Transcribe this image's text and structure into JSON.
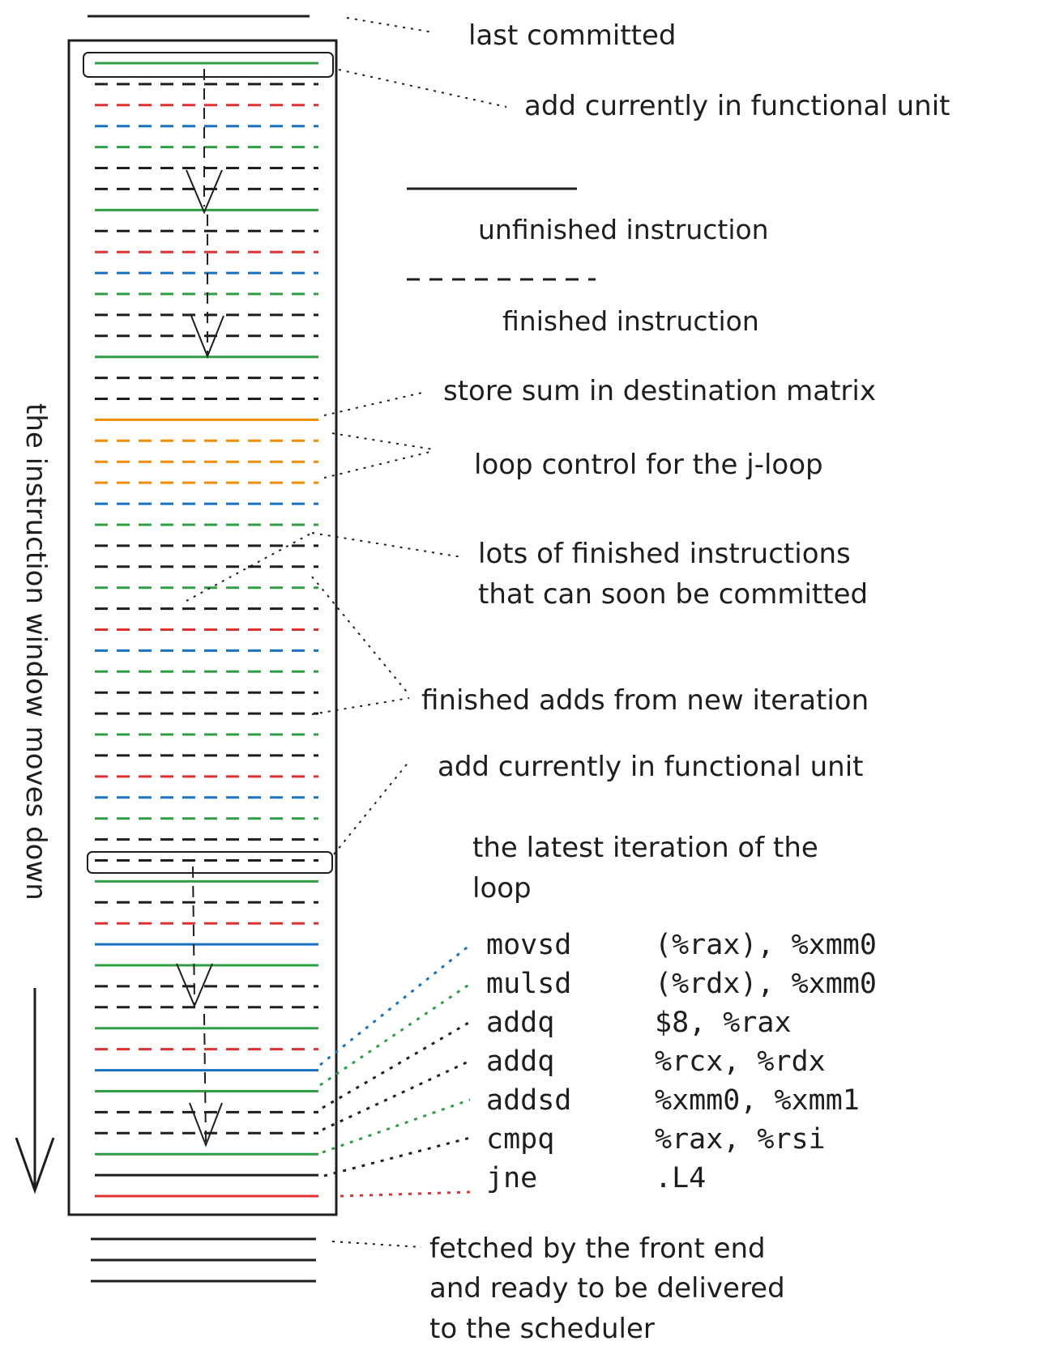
{
  "colors": {
    "ink": "#1e1e1e",
    "green": "#2f9e44",
    "red": "#e03131",
    "blue": "#1971c2",
    "orange": "#f08c00"
  },
  "legend": {
    "unfinished": "unfinished instruction",
    "finished": "finished instruction"
  },
  "annotations": {
    "last_committed": "last committed",
    "add_top": "add currently in functional unit",
    "store_sum": "store sum in destination matrix",
    "loop_control": "loop control for the j-loop",
    "lots_line1": "lots of finished instructions",
    "lots_line2": "that can soon be committed",
    "finished_adds": "finished adds from new iteration",
    "add_bottom": "add currently in functional unit",
    "latest_line1": "the latest iteration of the",
    "latest_line2": "loop",
    "fetched_line1": "fetched by the front end",
    "fetched_line2": "and ready to be delivered",
    "fetched_line3": "to the scheduler"
  },
  "side_label": "the instruction window moves down",
  "code": [
    {
      "op": "movsd",
      "args": "(%rax), %xmm0",
      "color": "blue"
    },
    {
      "op": "mulsd",
      "args": "(%rdx), %xmm0",
      "color": "green"
    },
    {
      "op": "addq",
      "args": "$8, %rax",
      "color": "ink"
    },
    {
      "op": "addq",
      "args": "%rcx, %rdx",
      "color": "ink"
    },
    {
      "op": "addsd",
      "args": "%xmm0, %xmm1",
      "color": "green"
    },
    {
      "op": "cmpq",
      "args": "%rax, %rsi",
      "color": "ink"
    },
    {
      "op": "jne",
      "args": ".L4",
      "color": "red"
    }
  ],
  "window_rows": [
    {
      "color": "green",
      "style": "solid"
    },
    {
      "color": "ink",
      "style": "dashed"
    },
    {
      "color": "red",
      "style": "dashed"
    },
    {
      "color": "blue",
      "style": "dashed"
    },
    {
      "color": "green",
      "style": "dashed"
    },
    {
      "color": "ink",
      "style": "dashed"
    },
    {
      "color": "ink",
      "style": "dashed"
    },
    {
      "color": "green",
      "style": "solid"
    },
    {
      "color": "ink",
      "style": "dashed"
    },
    {
      "color": "red",
      "style": "dashed"
    },
    {
      "color": "blue",
      "style": "dashed"
    },
    {
      "color": "green",
      "style": "dashed"
    },
    {
      "color": "ink",
      "style": "dashed"
    },
    {
      "color": "ink",
      "style": "dashed"
    },
    {
      "color": "green",
      "style": "solid"
    },
    {
      "color": "ink",
      "style": "dashed"
    },
    {
      "color": "ink",
      "style": "dashed"
    },
    {
      "color": "orange",
      "style": "solid"
    },
    {
      "color": "orange",
      "style": "dashed"
    },
    {
      "color": "orange",
      "style": "dashed"
    },
    {
      "color": "orange",
      "style": "dashed"
    },
    {
      "color": "blue",
      "style": "dashed"
    },
    {
      "color": "green",
      "style": "dashed"
    },
    {
      "color": "ink",
      "style": "dashed"
    },
    {
      "color": "ink",
      "style": "dashed"
    },
    {
      "color": "green",
      "style": "dashed"
    },
    {
      "color": "ink",
      "style": "dashed"
    },
    {
      "color": "red",
      "style": "dashed"
    },
    {
      "color": "blue",
      "style": "dashed"
    },
    {
      "color": "green",
      "style": "dashed"
    },
    {
      "color": "ink",
      "style": "dashed"
    },
    {
      "color": "ink",
      "style": "dashed"
    },
    {
      "color": "green",
      "style": "dashed"
    },
    {
      "color": "ink",
      "style": "dashed"
    },
    {
      "color": "red",
      "style": "dashed"
    },
    {
      "color": "blue",
      "style": "dashed"
    },
    {
      "color": "green",
      "style": "dashed"
    },
    {
      "color": "ink",
      "style": "dashed"
    },
    {
      "color": "ink",
      "style": "dashed"
    },
    {
      "color": "green",
      "style": "solid"
    },
    {
      "color": "ink",
      "style": "dashed"
    },
    {
      "color": "red",
      "style": "dashed"
    },
    {
      "color": "blue",
      "style": "solid"
    },
    {
      "color": "green",
      "style": "solid"
    },
    {
      "color": "ink",
      "style": "dashed"
    },
    {
      "color": "ink",
      "style": "dashed"
    },
    {
      "color": "green",
      "style": "solid"
    },
    {
      "color": "red",
      "style": "dashed"
    },
    {
      "color": "blue",
      "style": "solid"
    },
    {
      "color": "green",
      "style": "solid"
    },
    {
      "color": "ink",
      "style": "dashed"
    },
    {
      "color": "ink",
      "style": "dashed"
    },
    {
      "color": "green",
      "style": "solid"
    },
    {
      "color": "ink",
      "style": "solid"
    },
    {
      "color": "red",
      "style": "solid"
    }
  ],
  "fetched_rows": [
    {
      "color": "ink",
      "style": "solid"
    },
    {
      "color": "ink",
      "style": "solid"
    },
    {
      "color": "ink",
      "style": "solid"
    }
  ]
}
